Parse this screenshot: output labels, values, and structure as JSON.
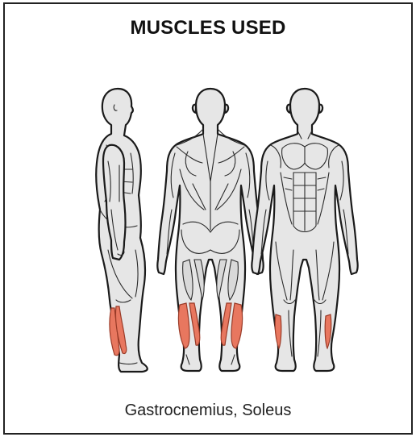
{
  "panel": {
    "title": "MUSCLES USED",
    "caption": "Gastrocnemius, Soleus"
  },
  "colors": {
    "highlight": "#e8775f",
    "highlight_stroke": "#9a3b28",
    "body": "#e6e6e6",
    "outline": "#1a1a1a"
  },
  "figures": [
    {
      "view": "side",
      "target_muscles": [
        "gastrocnemius",
        "soleus"
      ]
    },
    {
      "view": "back",
      "target_muscles": [
        "gastrocnemius",
        "soleus"
      ]
    },
    {
      "view": "front",
      "target_muscles": [
        "soleus"
      ]
    }
  ]
}
